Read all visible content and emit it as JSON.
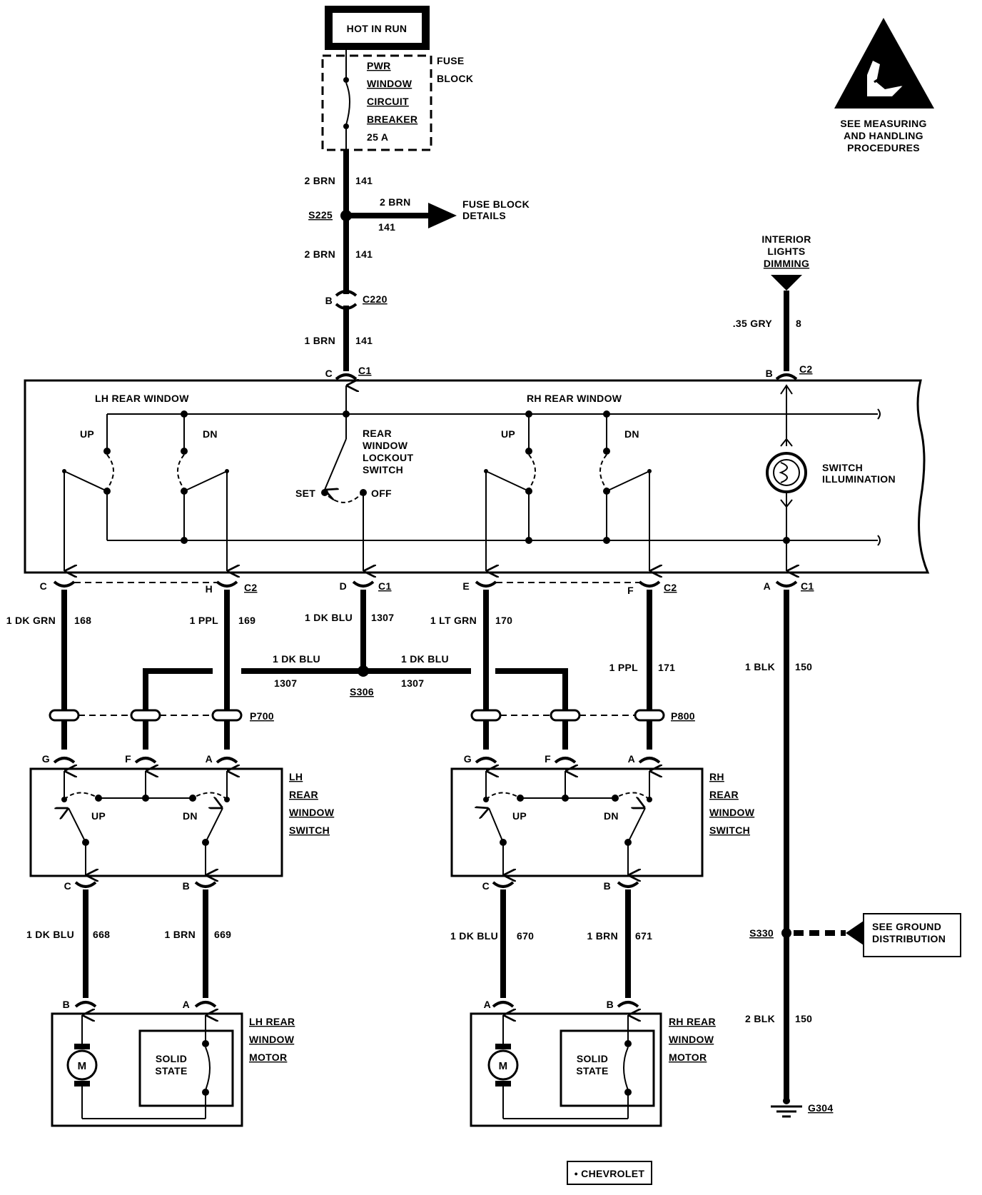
{
  "power": {
    "hot_in_run": "HOT IN RUN",
    "fuse_block_line1": "FUSE",
    "fuse_block_line2": "BLOCK",
    "breaker_lines": [
      "PWR",
      "WINDOW",
      "CIRCUIT",
      "BREAKER"
    ],
    "breaker_rating": "25 A"
  },
  "esd": {
    "lines": [
      "SEE MEASURING",
      "AND HANDLING",
      "PROCEDURES"
    ]
  },
  "feed": {
    "w1_gauge": "2 BRN",
    "w1_num": "141",
    "splice": "S225",
    "branch_gauge": "2 BRN",
    "branch_num": "141",
    "branch_dest_1": "FUSE BLOCK",
    "branch_dest_2": "DETAILS",
    "w2_gauge": "2 BRN",
    "w2_num": "141",
    "conn_pin": "B",
    "conn": "C220",
    "w3_gauge": "1 BRN",
    "w3_num": "141",
    "sw_pin": "C",
    "sw_conn": "C1"
  },
  "dimming": {
    "lines": [
      "INTERIOR",
      "LIGHTS",
      "DIMMING"
    ],
    "gauge": ".35 GRY",
    "num": "8",
    "pin": "B",
    "conn": "C2"
  },
  "master": {
    "lh_title": "LH REAR WINDOW",
    "rh_title": "RH REAR WINDOW",
    "up": "UP",
    "dn": "DN",
    "lockout_lines": [
      "REAR",
      "WINDOW",
      "LOCKOUT",
      "SWITCH"
    ],
    "set": "SET",
    "off": "OFF",
    "illum_lines": [
      "SWITCH",
      "ILLUMINATION"
    ]
  },
  "bottom_conns": {
    "c_pin": "C",
    "h_pin": "H",
    "c2_a": "C2",
    "d_pin": "D",
    "c1_a": "C1",
    "e_pin": "E",
    "f_pin": "F",
    "c2_b": "C2",
    "a_pin": "A",
    "c1_b": "C1"
  },
  "wires": {
    "w168_g": "1 DK GRN",
    "w168_n": "168",
    "w169_g": "1 PPL",
    "w169_n": "169",
    "w1307_g": "1 DK BLU",
    "w1307_n": "1307",
    "w170_g": "1 LT GRN",
    "w170_n": "170",
    "w171_g": "1 PPL",
    "w171_n": "171",
    "w150a_g": "1 BLK",
    "w150a_n": "150",
    "s306_lg": "1 DK BLU",
    "s306_ln": "1307",
    "s306_rg": "1 DK BLU",
    "s306_rn": "1307",
    "s306": "S306",
    "p700": "P700",
    "p800": "P800"
  },
  "lh_switch": {
    "pins": [
      "G",
      "F",
      "A"
    ],
    "title_lines": [
      "LH",
      "REAR",
      "WINDOW",
      "SWITCH"
    ],
    "up": "UP",
    "dn": "DN",
    "out_pins": [
      "C",
      "B"
    ],
    "w668_g": "1 DK BLU",
    "w668_n": "668",
    "w669_g": "1 BRN",
    "w669_n": "669"
  },
  "rh_switch": {
    "pins": [
      "G",
      "F",
      "A"
    ],
    "title_lines": [
      "RH",
      "REAR",
      "WINDOW",
      "SWITCH"
    ],
    "up": "UP",
    "dn": "DN",
    "out_pins": [
      "C",
      "B"
    ],
    "w670_g": "1 DK BLU",
    "w670_n": "670",
    "w671_g": "1 BRN",
    "w671_n": "671"
  },
  "lh_motor": {
    "pins": [
      "B",
      "A"
    ],
    "title_lines": [
      "LH REAR",
      "WINDOW",
      "MOTOR"
    ],
    "m": "M",
    "solid_1": "SOLID",
    "solid_2": "STATE"
  },
  "rh_motor": {
    "pins": [
      "A",
      "B"
    ],
    "title_lines": [
      "RH REAR",
      "WINDOW",
      "MOTOR"
    ],
    "m": "M",
    "solid_1": "SOLID",
    "solid_2": "STATE"
  },
  "ground": {
    "splice": "S330",
    "see_1": "SEE GROUND",
    "see_2": "DISTRIBUTION",
    "w_g": "2 BLK",
    "w_n": "150",
    "g": "G304"
  },
  "footer": {
    "chevrolet": "• CHEVROLET"
  }
}
